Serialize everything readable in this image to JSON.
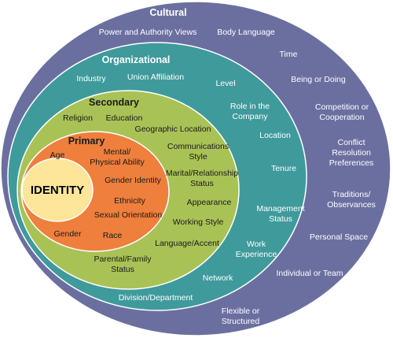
{
  "rings": {
    "cultural": {
      "title": "Cultural",
      "color": "#6b6fa0",
      "items": {
        "power_authority": "Power and Authority Views",
        "body_language": "Body Language",
        "time": "Time",
        "being_doing": "Being or Doing",
        "competition_1": "Competition or",
        "competition_2": "Cooperation",
        "conflict_1": "Conflict",
        "conflict_2": "Resolution",
        "conflict_3": "Preferences",
        "traditions_1": "Traditions/",
        "traditions_2": "Observances",
        "personal_space": "Personal Space",
        "individual_team": "Individual or Team",
        "flexible_1": "Flexible or",
        "flexible_2": "Structured"
      }
    },
    "organizational": {
      "title": "Organizational",
      "color": "#3f9a9c",
      "items": {
        "industry": "Industry",
        "union": "Union Affiliation",
        "level": "Level",
        "role_1": "Role in the",
        "role_2": "Company",
        "location": "Location",
        "tenure": "Tenure",
        "management_1": "Management",
        "management_2": "Status",
        "work_exp_1": "Work",
        "work_exp_2": "Experience",
        "network": "Network",
        "division": "Division/Department"
      }
    },
    "secondary": {
      "title": "Secondary",
      "color": "#a9c256",
      "items": {
        "religion": "Religion",
        "education": "Education",
        "geographic": "Geographic Location",
        "comm_1": "Communications",
        "comm_2": "Style",
        "marital_1": "Marital/Relationship",
        "marital_2": "Status",
        "appearance": "Appearance",
        "working_style": "Working Style",
        "language": "Language/Accent",
        "parental_1": "Parental/Family",
        "parental_2": "Status"
      }
    },
    "primary": {
      "title": "Primary",
      "color": "#ef7f3c",
      "items": {
        "age": "Age",
        "mental_1": "Mental/",
        "mental_2": "Physical Ability",
        "gender_identity": "Gender Identity",
        "ethnicity": "Ethnicity",
        "sexual_orientation": "Sexual Orientation",
        "gender": "Gender",
        "race": "Race"
      }
    },
    "identity": {
      "title": "IDENTITY",
      "color": "#fde59a"
    }
  }
}
